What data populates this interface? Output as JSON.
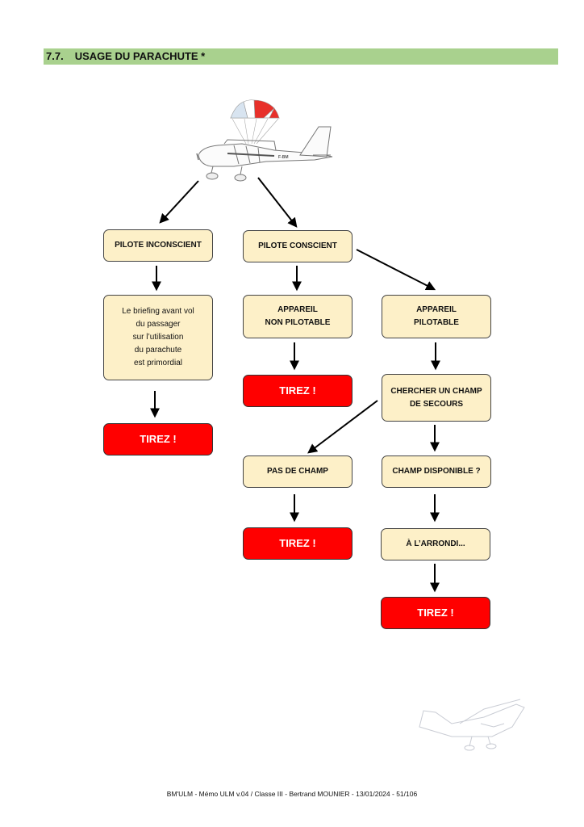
{
  "section": {
    "number": "7.7.",
    "title": "USAGE DU PARACHUTE *"
  },
  "illustration": {
    "registration": "F-BM"
  },
  "nodes": {
    "pilote_inconscient": "PILOTE INCONSCIENT",
    "briefing_note": "Le briefing avant vol\ndu passager\nsur l’utilisation\ndu parachute\nest primordial",
    "tirez_left": "TIREZ !",
    "pilote_conscient": "PILOTE CONSCIENT",
    "appareil_non_pilotable": "APPAREIL\nNON PILOTABLE",
    "tirez_middle_top": "TIREZ !",
    "appareil_pilotable": "APPAREIL\nPILOTABLE",
    "chercher_champ": "CHERCHER UN CHAMP\nDE SECOURS",
    "pas_de_champ": "PAS DE CHAMP",
    "tirez_middle_bottom": "TIREZ !",
    "champ_disponible": "CHAMP DISPONIBLE ?",
    "arrondi": "À L’ARRONDI...",
    "tirez_right": "TIREZ !"
  },
  "footer": "BM'ULM - Mémo ULM v.04 / Classe III - Bertrand MOUNIER - 13/01/2024 - 51/106",
  "colors": {
    "header_bg": "#a9d18e",
    "box_fill": "#fdf0c8",
    "alert_fill": "#ff0000",
    "parachute_red": "#e8302a"
  }
}
